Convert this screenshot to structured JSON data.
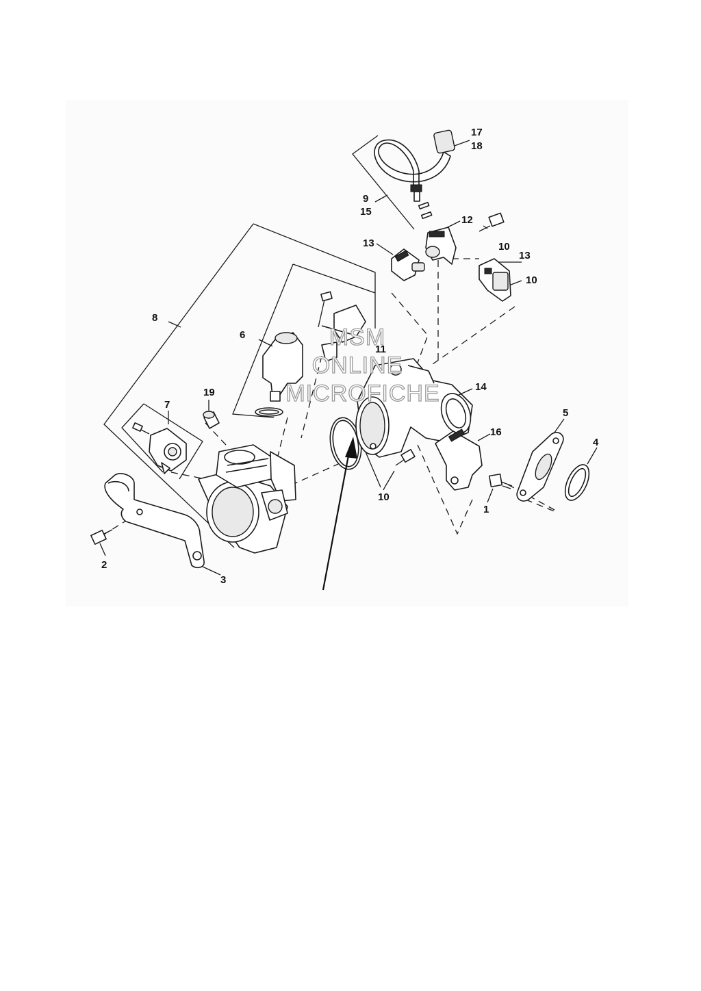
{
  "callouts": {
    "c1": "1",
    "c2": "2",
    "c3": "3",
    "c4": "4",
    "c5": "5",
    "c6": "6",
    "c7": "7",
    "c8": "8",
    "c9": "9",
    "c10a": "10",
    "c10b": "10",
    "c10c": "10",
    "c11": "11",
    "c12": "12",
    "c13a": "13",
    "c13b": "13",
    "c14": "14",
    "c15": "15",
    "c16": "16",
    "c17": "17",
    "c18": "18",
    "c19": "19"
  },
  "watermark": {
    "line1": "MSM",
    "line2": "ONLINE",
    "line3": "MICROFICHE"
  },
  "colors": {
    "background": "#ffffff",
    "panel": "#fbfbfb",
    "ink": "#1a1a1a",
    "watermark_outline": "#9a9a9a"
  }
}
